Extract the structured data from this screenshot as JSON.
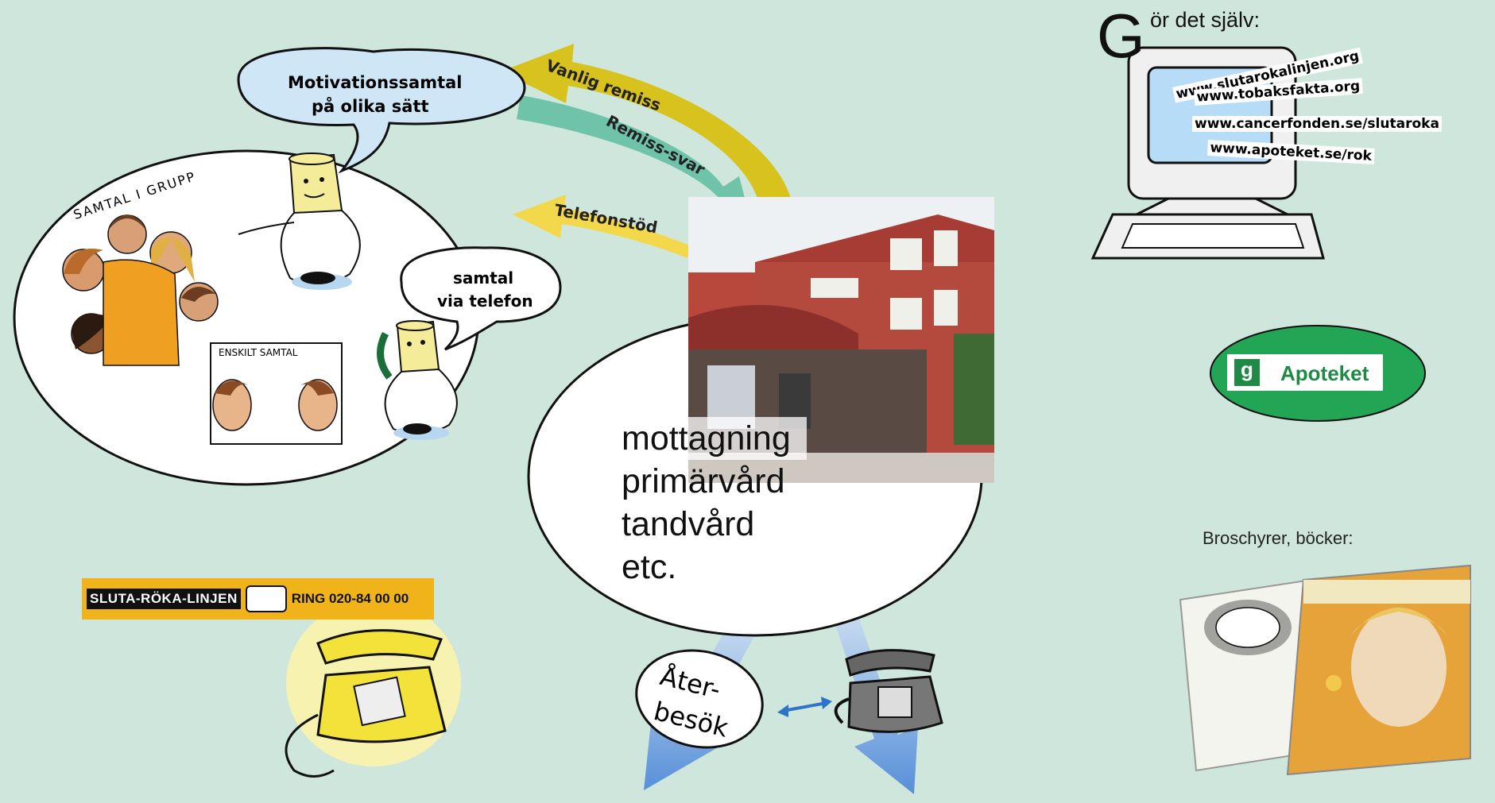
{
  "left_circle": {
    "group_label": "SAMTAL I GRUPP",
    "individual_label": "ENSKILT SAMTAL"
  },
  "bubble_motivation": {
    "line1": "Motivationssamtal",
    "line2": "på olika sätt"
  },
  "bubble_phone": {
    "line1": "samtal",
    "line2": "via telefon"
  },
  "arrows": {
    "vanlig_remiss": "Vanlig remiss",
    "remiss_svar": "Remiss-svar",
    "telefonstod": "Telefonstöd"
  },
  "center": {
    "line1": "mottagning",
    "line2": "primärvård",
    "line3": "tandvård",
    "line4": "etc."
  },
  "aterbesok": {
    "line1": "Åter-",
    "line2": "besök"
  },
  "sluta_banner": {
    "left": "SLUTA-RÖKA-LINJEN",
    "right": "RING 020-84 00 00"
  },
  "gor_det_sjalv": {
    "big_letter": "G",
    "rest": "ör det själv:",
    "urls": [
      "www.slutarokalinjen.org",
      "www.tobaksfakta.org",
      "www.cancerfonden.se/slutaroka",
      "www.apoteket.se/rok"
    ]
  },
  "apoteket": {
    "label": "Apoteket",
    "logo_letter": "g"
  },
  "broschyrer": {
    "label": "Broschyrer, böcker:"
  },
  "colors": {
    "background": "#cfe6dc",
    "yellow_arrow": "#d8c21e",
    "teal_arrow": "#6fc3a8",
    "apoteket_green": "#23a556",
    "phone_yellow": "#f2e23a"
  }
}
